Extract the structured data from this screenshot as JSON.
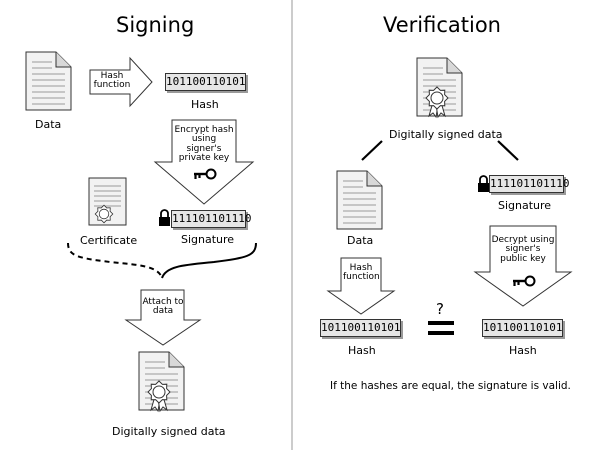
{
  "signing": {
    "title": "Signing",
    "data_label": "Data",
    "hash_function_label": "Hash function",
    "hash_value": "101100110101",
    "hash_label": "Hash",
    "encrypt_label": "Encrypt hash using signer's private key",
    "certificate_label": "Certificate",
    "signature_value": "111101101110",
    "signature_label": "Signature",
    "attach_label": "Attach to data",
    "signed_data_label": "Digitally signed data"
  },
  "verification": {
    "title": "Verification",
    "signed_data_label": "Digitally signed data",
    "data_label": "Data",
    "signature_value": "111101101110",
    "signature_label": "Signature",
    "hash_function_label": "Hash function",
    "decrypt_label": "Decrypt using signer's public key",
    "hash_value_left": "101100110101",
    "hash_label_left": "Hash",
    "question_mark": "?",
    "hash_value_right": "101100110101",
    "hash_label_right": "Hash",
    "conclusion": "If the hashes are equal, the signature is valid."
  },
  "colors": {
    "stroke": "#333333",
    "page_fill": "#f2f2f2",
    "bits_fill": "#e6e6e6",
    "shadow": "#9a9a9a"
  },
  "icons": [
    "document-icon",
    "signed-document-icon",
    "certificate-icon",
    "key-icon",
    "padlock-icon",
    "equals-icon"
  ]
}
